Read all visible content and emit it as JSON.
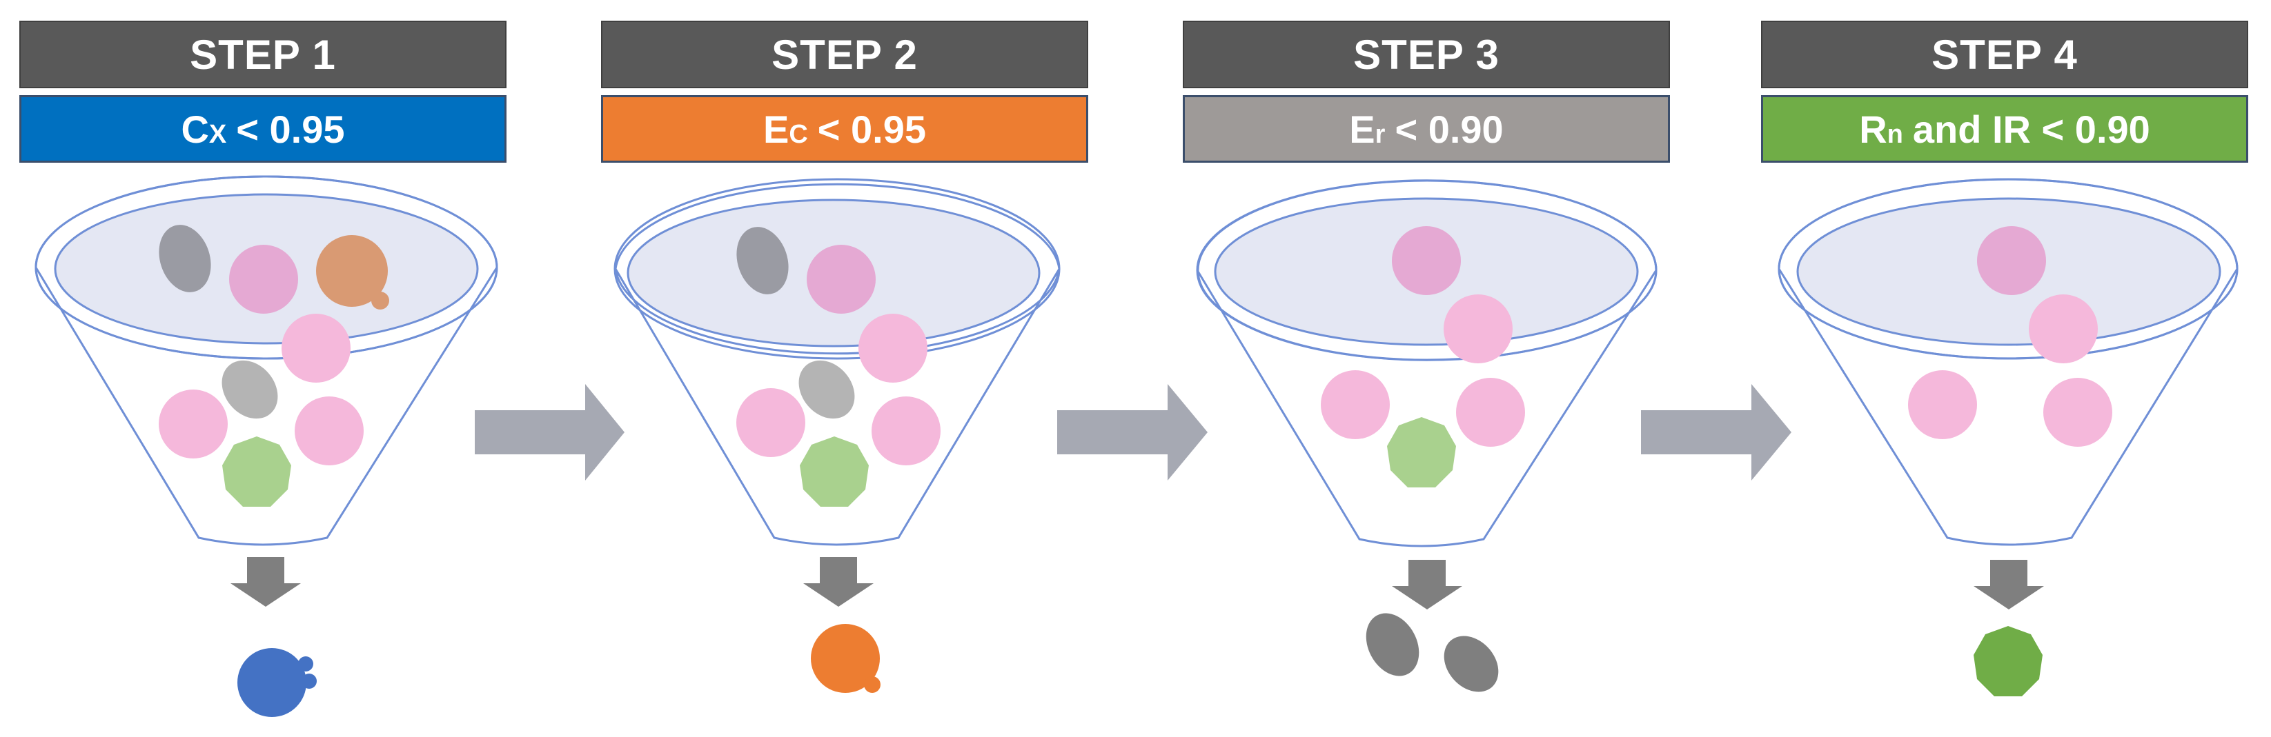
{
  "steps": [
    {
      "title": "STEP 1",
      "criterion": {
        "symbol": "C",
        "sub": "X",
        "rest": "< 0.95"
      },
      "bar_color": "#0070c0",
      "output_shape": "blue-circle-with-knobs"
    },
    {
      "title": "STEP 2",
      "criterion": {
        "symbol": "E",
        "sub": "C",
        "rest": "< 0.95"
      },
      "bar_color": "#ed7d31",
      "output_shape": "orange-circle-with-knob"
    },
    {
      "title": "STEP 3",
      "criterion": {
        "symbol": "E",
        "sub": "r",
        "rest": "< 0.90"
      },
      "bar_color": "#9e9a98",
      "output_shape": "two-gray-ellipses"
    },
    {
      "title": "STEP 4",
      "criterion": {
        "symbol": "R",
        "sub": "n",
        "rest": "and IR < 0.90"
      },
      "bar_color": "#70ad47",
      "output_shape": "green-polygon"
    }
  ],
  "colors": {
    "header": "#595959",
    "funnel_stroke": "#6f8fd6",
    "funnel_top_fill": "#e4e7f3",
    "pink": "#f5b8db",
    "pink_dark": "#e5a9d3",
    "gray_item": "#a5a5a5",
    "green_item": "#a9d18e",
    "orange_item": "#d99a73",
    "arrow": "#a6a6a6",
    "down_arrow": "#7f7f7f"
  }
}
